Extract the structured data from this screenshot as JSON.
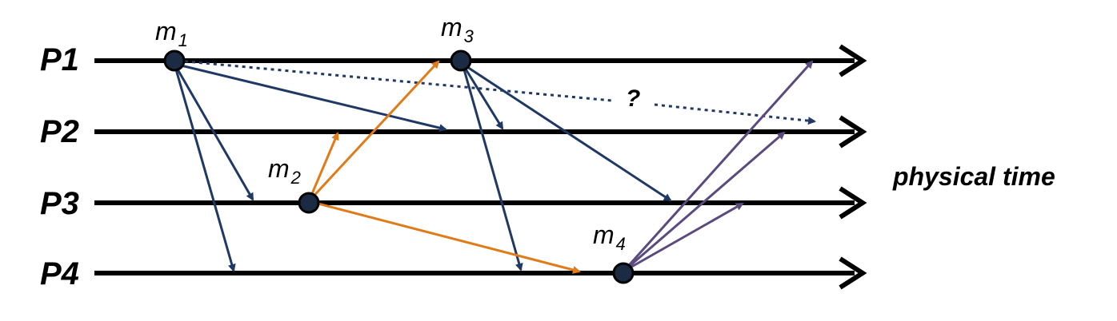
{
  "processes": [
    {
      "id": "P1",
      "label": "P1"
    },
    {
      "id": "P2",
      "label": "P2"
    },
    {
      "id": "P3",
      "label": "P3"
    },
    {
      "id": "P4",
      "label": "P4"
    }
  ],
  "time_axis_label": "physical time",
  "uncertain_label": "?",
  "events": [
    {
      "id": "m1",
      "base": "m",
      "sub": "1",
      "process": "P1"
    },
    {
      "id": "m2",
      "base": "m",
      "sub": "2",
      "process": "P3"
    },
    {
      "id": "m3",
      "base": "m",
      "sub": "3",
      "process": "P1"
    },
    {
      "id": "m4",
      "base": "m",
      "sub": "4",
      "process": "P4"
    }
  ],
  "colors": {
    "timeline": "#000000",
    "event_dot": "#1c2b44",
    "m1_messages": "#1f3864",
    "m2_messages": "#e07b1a",
    "m3_messages": "#1f3864",
    "m4_messages": "#5b4a7e",
    "uncertain_message": "#1f3864"
  },
  "messages": [
    {
      "from": "m1",
      "to": "P2",
      "group": "m1"
    },
    {
      "from": "m1",
      "to": "P3",
      "group": "m1"
    },
    {
      "from": "m1",
      "to": "P4",
      "group": "m1"
    },
    {
      "from": "m2",
      "to": "P2",
      "group": "m2"
    },
    {
      "from": "m2",
      "to": "P1",
      "group": "m2"
    },
    {
      "from": "m2",
      "to": "P4",
      "group": "m2"
    },
    {
      "from": "m3",
      "to": "P2",
      "group": "m3"
    },
    {
      "from": "m3",
      "to": "P3",
      "group": "m3"
    },
    {
      "from": "m3",
      "to": "P4",
      "group": "m3"
    },
    {
      "from": "m4",
      "to": "P1",
      "group": "m4"
    },
    {
      "from": "m4",
      "to": "P2",
      "group": "m4"
    },
    {
      "from": "m4",
      "to": "P3",
      "group": "m4"
    },
    {
      "from": "m1",
      "to": "P2",
      "group": "uncertain",
      "style": "dotted"
    }
  ]
}
